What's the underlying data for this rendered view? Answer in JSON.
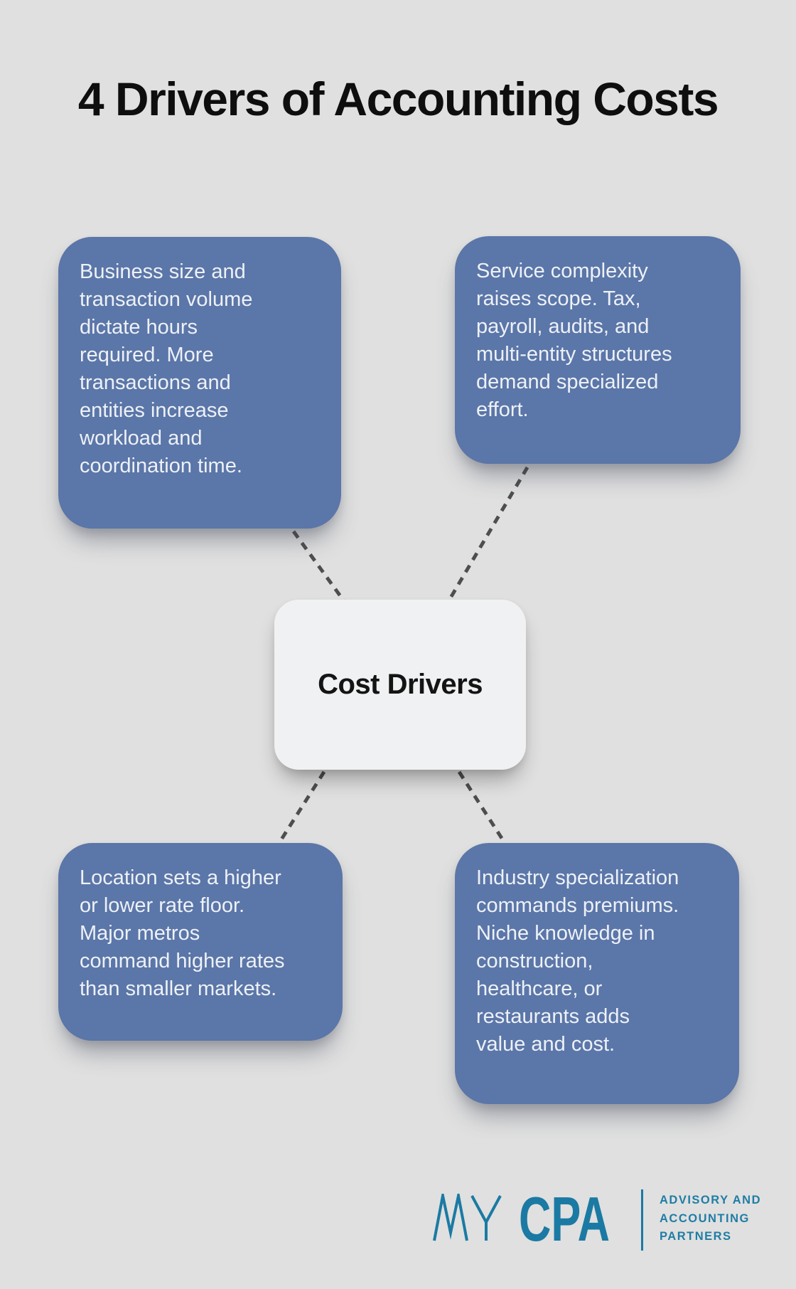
{
  "title": "4 Drivers of Accounting Costs",
  "center": {
    "label": "Cost Drivers"
  },
  "drivers": [
    {
      "id": "business-size",
      "text": "Business size and\ntransaction volume\ndictate hours\nrequired. More\ntransactions and\nentities increase\nworkload and\ncoordination time."
    },
    {
      "id": "service-complexity",
      "text": "Service complexity\nraises scope. Tax,\npayroll, audits, and\nmulti-entity structures\ndemand specialized\neffort."
    },
    {
      "id": "location",
      "text": "Location sets a higher\nor lower rate floor.\nMajor metros\ncommand higher rates\nthan smaller markets."
    },
    {
      "id": "industry-specialization",
      "text": "Industry specialization\ncommands premiums.\nNiche knowledge in\nconstruction,\nhealthcare, or\nrestaurants adds\nvalue and cost."
    }
  ],
  "logo": {
    "wordmark_thin": "MY",
    "wordmark_bold": "CPA",
    "tagline_line1": "ADVISORY AND",
    "tagline_line2": "ACCOUNTING",
    "tagline_line3": "PARTNERS"
  },
  "colors": {
    "background": "#e0e0e0",
    "driver_box": "#5b76a8",
    "driver_text": "#edf1f7",
    "center_node": "#f0f1f3",
    "connector": "#4e4e4e",
    "logo_teal": "#1b7aa3",
    "title_text": "#0e0e0e"
  }
}
